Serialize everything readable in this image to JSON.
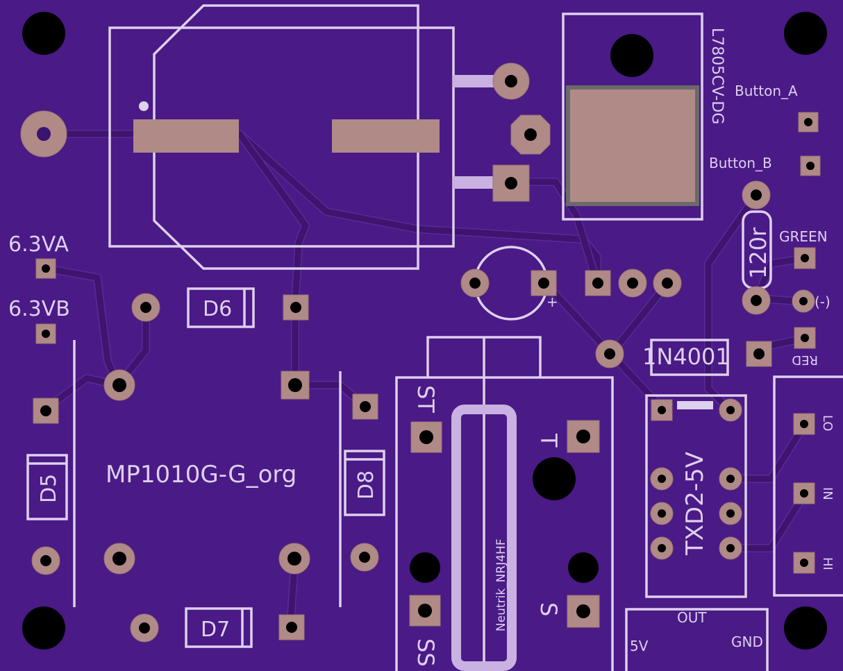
{
  "board": {
    "colors": {
      "board": "#4a1a86",
      "silkscreen": "#ded0ef",
      "pad": "#b08a86",
      "trace": "#3e146f",
      "hole": "#000000"
    }
  },
  "labels": {
    "v_63a": "6.3VA",
    "v_63b": "6.3VB",
    "d5": "D5",
    "d6": "D6",
    "d7": "D7",
    "d8": "D8",
    "mp1010": "MP1010G-G_org",
    "l7805": "L7805CV-DG",
    "button_a": "Button_A",
    "button_b": "Button_B",
    "r120": "120r",
    "green": "GREEN",
    "minus": "(-)",
    "red": "RED",
    "diode_1n4001": "1N4001",
    "txd2": "TXD2-5V",
    "lo": "LO",
    "in": "IN",
    "hi": "HI",
    "out": "OUT",
    "v5": "5V",
    "gnd": "GND",
    "st": "ST",
    "t": "T",
    "s": "S",
    "ss": "SS",
    "neutrik": "Neutrik_NRJ4HF",
    "plus": "+"
  }
}
